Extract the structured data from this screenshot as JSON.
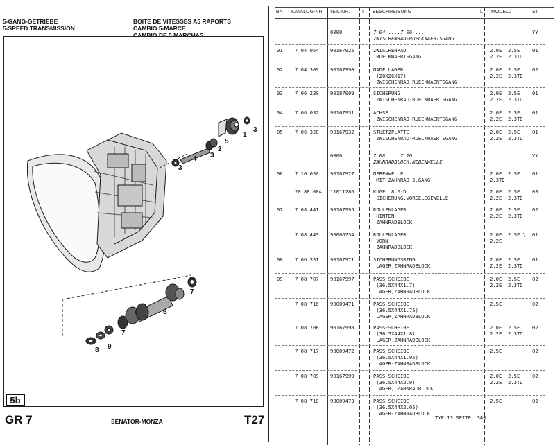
{
  "header": {
    "title_de": "5-GANG-GETRIEBE",
    "title_en": "5-SPEED TRANSMISSION",
    "title_fr": "BOITE DE VITESSES A5 RAPORTS",
    "title_fr2": "CAMBIO 5-MARCE",
    "title_es": "CAMBIO DE 5 MARCHAS"
  },
  "diagram": {
    "labels": [
      "1",
      "2",
      "3",
      "4",
      "5",
      "3",
      "3",
      "6",
      "7",
      "7",
      "8",
      "9"
    ]
  },
  "footer": {
    "badge": "5b",
    "group": "GR 7",
    "model": "SENATOR-MONZA",
    "page_code": "T27",
    "typ_seite": "TYP 13 SEITE  340"
  },
  "table": {
    "columns": [
      "BN",
      "KATALOG-NR",
      "TEIL-NR.",
      "I",
      "BESCHREIBUNG",
      "L",
      "MODELL",
      "ST"
    ],
    "rows": [
      {
        "bn": "",
        "kat": "",
        "teil": "0000",
        "desc": "7 04 ....7 06 ...\nZWISCHENRAD-RUECKWAERTSGANG",
        "modell": "",
        "st": "YY",
        "section": true
      },
      {
        "bn": "01",
        "kat": "7 04 054",
        "teil": "90167925",
        "desc": "ZWISCHENRAD\n RUECKWAERTSGANG",
        "modell": "2.0E  2.5E\n2.2E  2.3TD",
        "st": "01"
      },
      {
        "bn": "02",
        "kat": "7 04 309",
        "teil": "90167990",
        "desc": "NADELLAGER\n (20X26X17)\n ZWISCHENRAD-RUECKWAERTSGANG",
        "modell": "2.0E  2.5E\n2.2E  2.3TD",
        "st": "02"
      },
      {
        "bn": "03",
        "kat": "7 06 230",
        "teil": "90187009",
        "desc": "SICHERUNG\n ZWISCHENRAD-RUECKWAERTSGANG",
        "modell": "2.0E  2.5E\n2.2E  2.3TD",
        "st": "01"
      },
      {
        "bn": "04",
        "kat": "7 06 032",
        "teil": "90167931",
        "desc": "ACHSE\n ZWISCHENRAD-RUECKWAERTSGANG",
        "modell": "2.0E  2.5E\n2.2E  2.3TD",
        "st": "01"
      },
      {
        "bn": "05",
        "kat": "7 06 320",
        "teil": "90167932",
        "desc": "STUETZPLATTE\n ZWISCHENRAD-RUECKWAERTSGANG",
        "modell": "2.0E  2.5E\n2.2E  2.3TD",
        "st": "01"
      },
      {
        "bn": "",
        "kat": "",
        "teil": "0000",
        "desc": "7 08 ....7 10 ...\nZAHNRADBLOCK,NEBENWELLE",
        "modell": "",
        "st": "YY",
        "section": true
      },
      {
        "bn": "06",
        "kat": "7 10 030",
        "teil": "90167927",
        "desc": "NEBENWELLE\n MIT ZAHNRAD 5.GANG",
        "modell": "2.0E  2.5E\n2.3TD",
        "st": "01"
      },
      {
        "bn": "",
        "kat": "20 88 004",
        "teil": "11011286",
        "desc": "KUGEL 8.0-D\n SICHERUNG,VORGELEGEWELLE",
        "modell": "2.0E  2.5E\n2.2E  2.3TD",
        "st": "03"
      },
      {
        "bn": "07",
        "kat": "7 08 441",
        "teil": "90167995",
        "desc": "ROLLENLAGER\n HINTEN\n ZAHNRADBLOCK",
        "modell": "2.0E  2.5E\n2.2E  2.3TD",
        "st": "02"
      },
      {
        "bn": "",
        "kat": "7 08 443",
        "teil": "90006734",
        "desc": "ROLLENLAGER\n VORN\n ZAHNRADBLOCK",
        "modell": "2.0E  2.5E.\\\n2.2E",
        "st": "01"
      },
      {
        "bn": "08",
        "kat": "7 06 331",
        "teil": "90167971",
        "desc": "SICHERUNGSRING\n LAGER,ZAHNRADBLOCK",
        "modell": "2.0E  2.5E\n2.2E  2.3TD",
        "st": "01"
      },
      {
        "bn": "09",
        "kat": "7 08 707",
        "teil": "90167997",
        "desc": "PASS-SCHEIBE\n (36.5X44X1.7)\n LAGER,ZAHNRADBLOCK",
        "modell": "2.0E  2.5E\n2.2E  2.3TD",
        "st": "02"
      },
      {
        "bn": "",
        "kat": "7 08 716",
        "teil": "90009471",
        "desc": "PASS-SCHEIBE\n (36.5X44X1.75)\n LAGER,ZAHNRADBLOCK",
        "modell": "2.5E",
        "st": "02"
      },
      {
        "bn": "",
        "kat": "7 08 708",
        "teil": "90167998",
        "desc": "PASS-SCHEIBE\n (36.5X44X1.8)\n LAGER,ZAHNRADBLOCK",
        "modell": "2.0E  2.5E\n2.2E  2.3TD",
        "st": "02"
      },
      {
        "bn": "",
        "kat": "7 08 717",
        "teil": "90009472",
        "desc": "PASS-SCHEIBE\n (36.5X44X1.95)\n LAGER-ZAHNRADBLOCK",
        "modell": "2.5E",
        "st": "02"
      },
      {
        "bn": "",
        "kat": "7 08 709",
        "teil": "90167999",
        "desc": "PASS-SCHEIBE\n (36.5X44X2.0)\n LAGER, ZAHNRADBLOCK",
        "modell": "2.0E  2.5E\n2.2E  2.3TD",
        "st": "02"
      },
      {
        "bn": "",
        "kat": "7 08 718",
        "teil": "90009473",
        "desc": "PASS-SCHEIBE\n (36.5X44X2.05)\n LAGER-ZAHNRADBLOCK",
        "modell": "2.5E",
        "st": "02"
      }
    ]
  }
}
